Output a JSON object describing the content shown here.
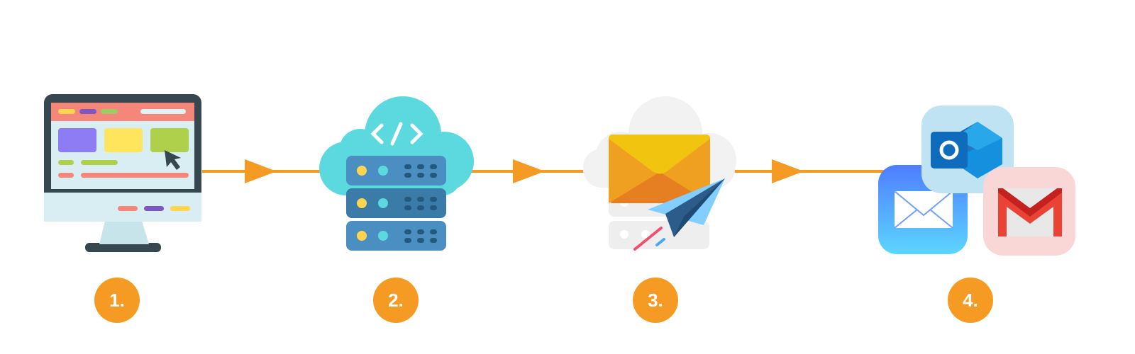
{
  "steps": [
    {
      "label": "1.",
      "icon": "website-monitor-icon"
    },
    {
      "label": "2.",
      "icon": "cloud-server-icon"
    },
    {
      "label": "3.",
      "icon": "email-send-icon"
    },
    {
      "label": "4.",
      "icon": "mail-clients-icon"
    }
  ],
  "colors": {
    "accent": "#F59A23",
    "badge_text": "#FFFFFF",
    "monitor_frame": "#37474F",
    "screen": "#D9EEF2",
    "cloud": "#5CD9DF",
    "server": "#4A8EC2",
    "envelope": "#F0A020",
    "outlook": "#0F6CBD",
    "apple_mail": "#4F8BFF",
    "gmail": "#EA4335"
  }
}
